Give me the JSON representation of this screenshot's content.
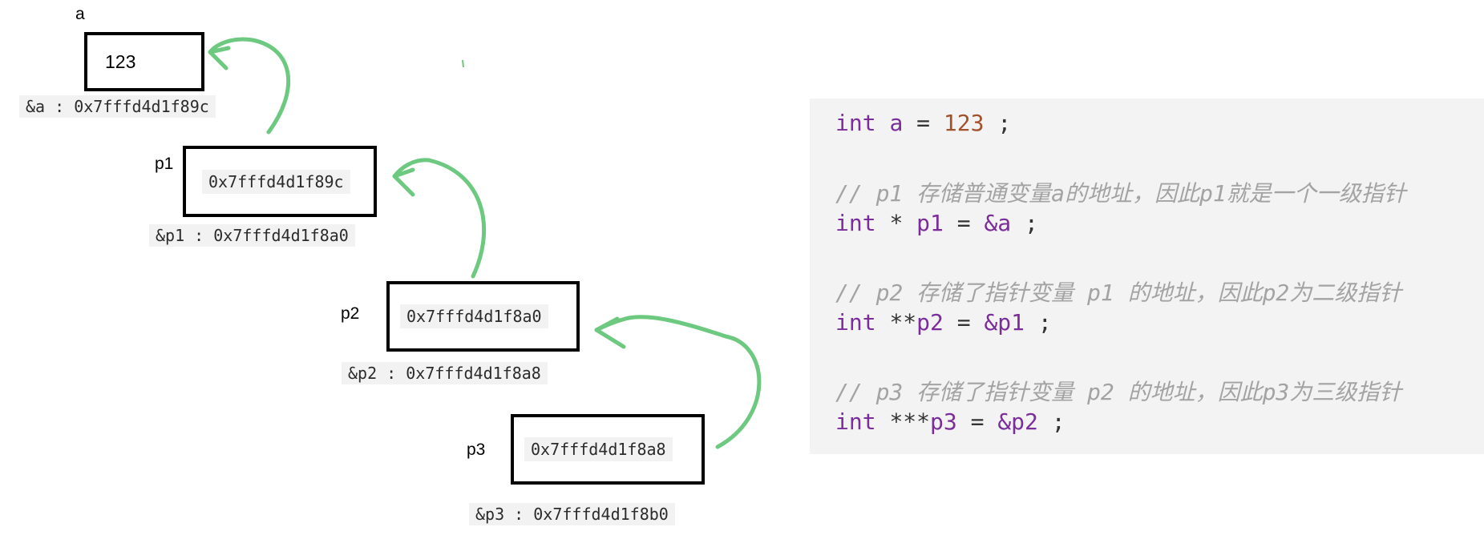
{
  "colors": {
    "arrow": "#6cc97f",
    "keyword": "#7a2d9b",
    "number": "#a0522d",
    "comment": "#a3a3a3",
    "panel_bg": "#f3f3f3"
  },
  "nodes": [
    {
      "label": "a",
      "value": "123",
      "address": "&a : 0x7fffd4d1f89c"
    },
    {
      "label": "p1",
      "value": "0x7fffd4d1f89c",
      "address": "&p1 : 0x7fffd4d1f8a0"
    },
    {
      "label": "p2",
      "value": "0x7fffd4d1f8a0",
      "address": "&p2 : 0x7fffd4d1f8a8"
    },
    {
      "label": "p3",
      "value": "0x7fffd4d1f8a8",
      "address": "&p3 : 0x7fffd4d1f8b0"
    }
  ],
  "code": {
    "line1": {
      "kw": "int",
      "name": "a",
      "eq": "=",
      "num": "123",
      "end": ";"
    },
    "comment1": "// p1 存储普通变量a的地址，因此p1就是一个一级指针",
    "line2": {
      "kw": "int",
      "star": "*",
      "name": "p1",
      "eq": "=",
      "rhs": "&a",
      "end": ";"
    },
    "comment2": "// p2 存储了指针变量 p1 的地址，因此p2为二级指针",
    "line3": {
      "kw": "int",
      "star": "**",
      "name": "p2",
      "eq": "=",
      "rhs": "&p1",
      "end": ";"
    },
    "comment3": "// p3 存储了指针变量 p2 的地址，因此p3为三级指针",
    "line4": {
      "kw": "int",
      "star": "***",
      "name": "p3",
      "eq": "=",
      "rhs": "&p2",
      "end": ";"
    }
  }
}
